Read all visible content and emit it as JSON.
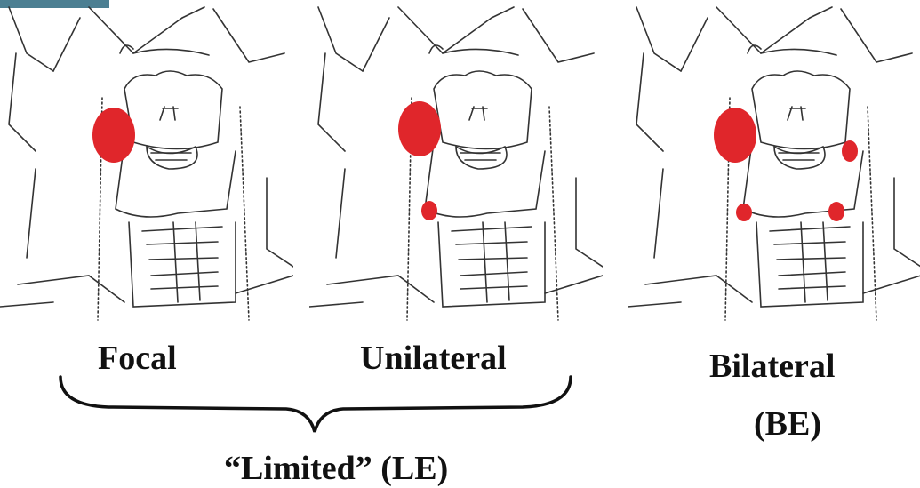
{
  "labels": {
    "focal": "Focal",
    "unilateral": "Unilateral",
    "bilateral": "Bilateral",
    "bilateral_abbrev": "(BE)",
    "limited": "“Limited” (LE)"
  },
  "colors": {
    "lesion": "#e0262b",
    "line": "#333333",
    "corner_tab": "#4c7f92"
  },
  "icons": {
    "neck_drawing": "neck-anatomy-sketch",
    "lesion_marker": "red-lesion-dot"
  }
}
